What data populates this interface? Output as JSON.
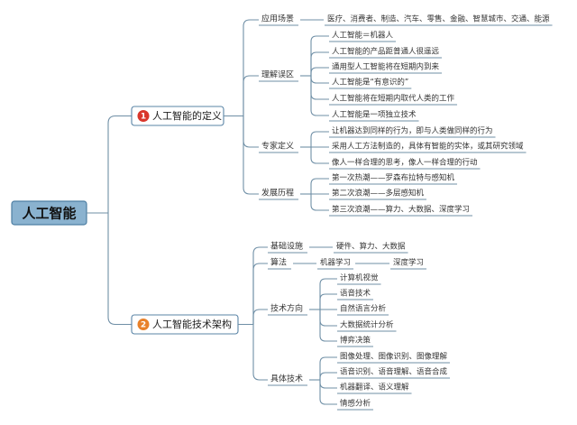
{
  "root": {
    "label": "人工智能"
  },
  "branches": [
    {
      "num": "1",
      "label": "人工智能的定义",
      "color": "#d9362b",
      "children": [
        {
          "label": "应用场景",
          "items": [
            "医疗、消费者、制造、汽车、零售、金融、智慧城市、交通、能源"
          ]
        },
        {
          "label": "理解误区",
          "items": [
            "人工智能＝机器人",
            "人工智能的产品距普通人很遥远",
            "通用型人工智能将在短期内到来",
            "人工智能是“有意识的”",
            "人工智能将在短期内取代人类的工作",
            "人工智能是一项独立技术"
          ]
        },
        {
          "label": "专家定义",
          "items": [
            "让机器达到同样的行为，即与人类做同样的行为",
            "采用人工方法制造的，具体有智能的实体，或其研究领域",
            "像人一样合理的思考，像人一样合理的行动"
          ]
        },
        {
          "label": "发展历程",
          "items": [
            "第一次热潮——罗森布拉特与感知机",
            "第二次浪潮——多层感知机",
            "第三次浪潮——算力、大数据、深度学习"
          ]
        }
      ]
    },
    {
      "num": "2",
      "label": "人工智能技术架构",
      "color": "#e8812a",
      "children": [
        {
          "label": "基础设施",
          "items": [
            "硬件、算力、大数据"
          ]
        },
        {
          "label": "算法",
          "items": [
            "机器学习"
          ],
          "sub": [
            "深度学习"
          ]
        },
        {
          "label": "技术方向",
          "items": [
            "计算机视觉",
            "语音技术",
            "自然语言分析",
            "大数据统计分析",
            "博弈决策"
          ]
        },
        {
          "label": "具体技术",
          "items": [
            "图像处理、图像识别、图像理解",
            "语音识别、语音理解、语音合成",
            "机器翻译、语义理解",
            "情感分析"
          ]
        }
      ]
    }
  ]
}
